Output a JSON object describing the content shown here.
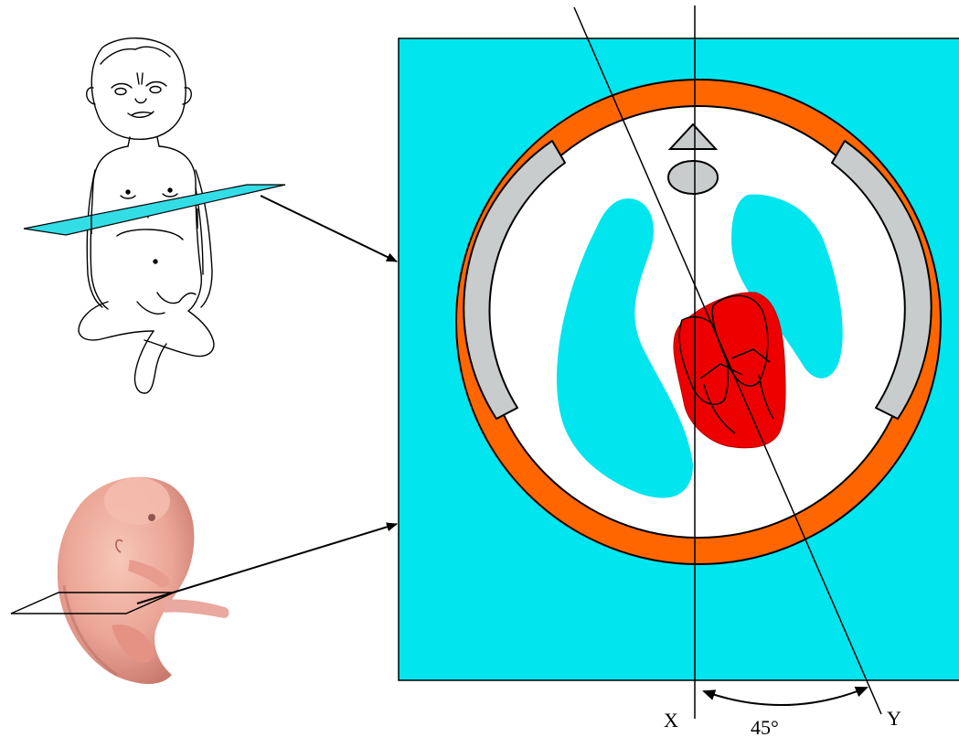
{
  "labels": {
    "axis_x": "X",
    "axis_y": "Y",
    "angle": "45°"
  },
  "colors": {
    "background_panel": "#00e5ee",
    "outer_ring": "#ff6600",
    "inner_disc": "#ffffff",
    "rib": "#c8cccc",
    "lung": "#00e5ee",
    "heart": "#ee0000",
    "plane_cyan": "#33dde6",
    "outline": "#000000"
  },
  "icons": {
    "infant": "infant-figure-icon",
    "fetus": "fetus-figure-icon",
    "sternum": "sternum-triangle-icon",
    "vertebra": "vertebra-oval-icon"
  }
}
